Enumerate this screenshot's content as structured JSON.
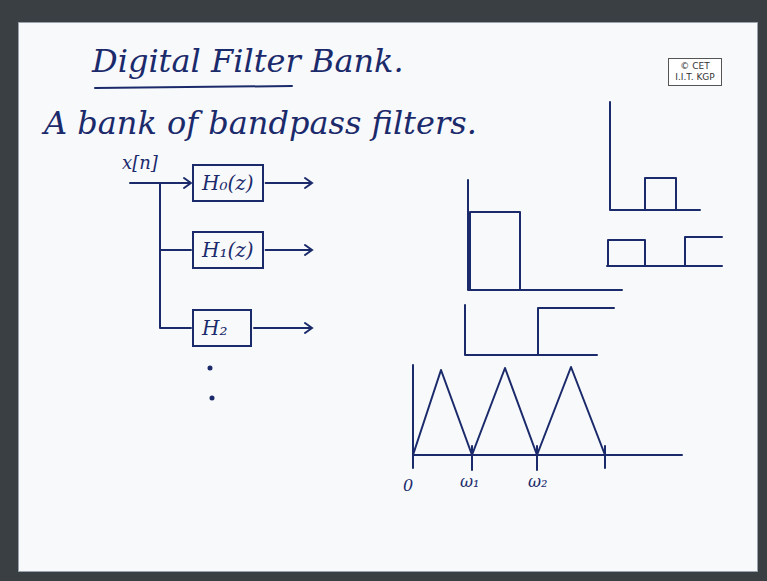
{
  "diagram": {
    "title": "Digital Filter Bank.",
    "nodes": [
      {
        "text": [
          "H₀(z)"
        ]
      },
      {
        "text": [
          "H₁(z)"
        ]
      },
      {
        "text": [
          "H₂"
        ]
      }
    ],
    "labels": [
      "A bank of bandpass filters.",
      "x[n]",
      "0",
      "ω₁",
      "ω₂",
      "© CET I.I.T. KGP"
    ]
  }
}
